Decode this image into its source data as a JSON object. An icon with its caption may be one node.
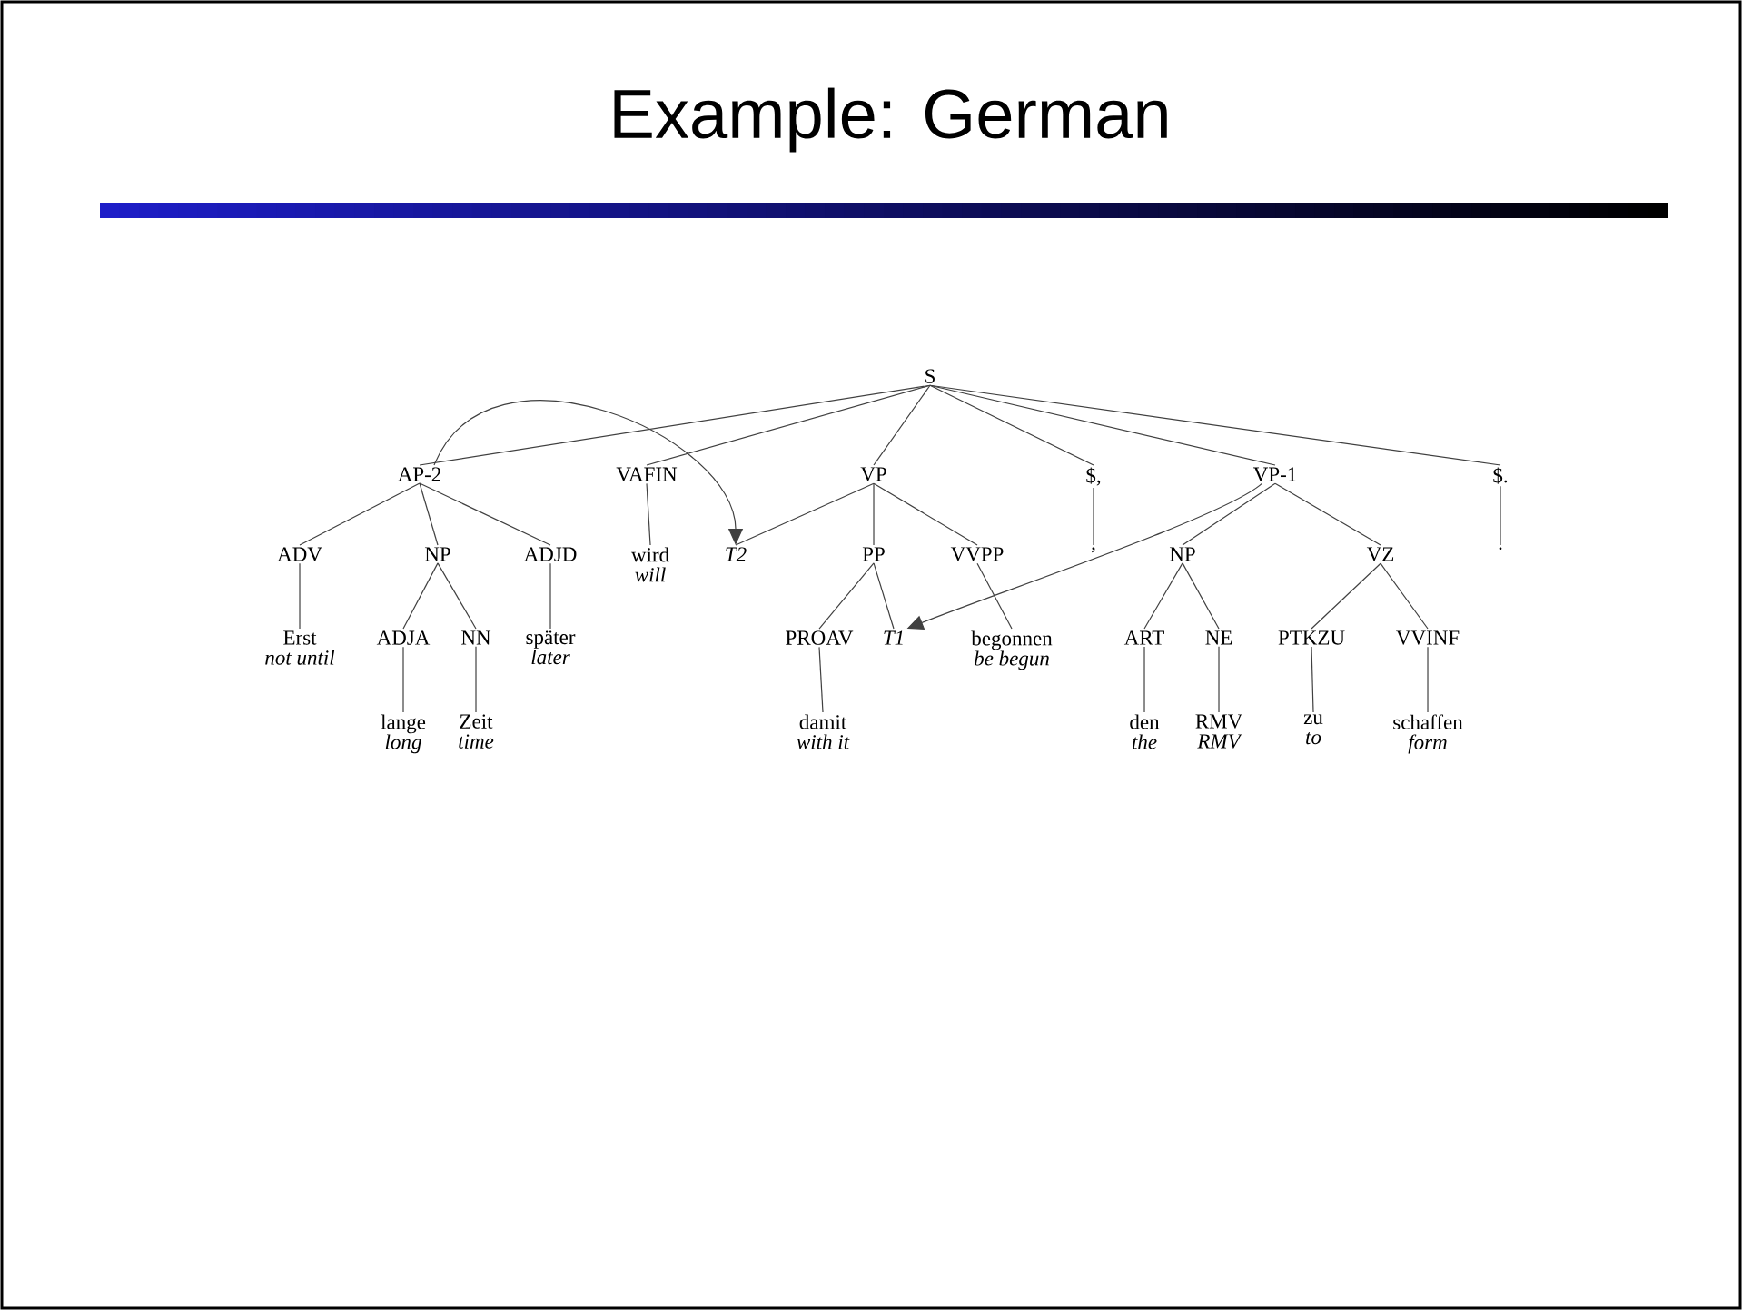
{
  "diagram": {
    "title": "Example: German",
    "nodes": [
      {
        "text": [
          "S"
        ]
      },
      {
        "text": [
          "AP-2"
        ]
      },
      {
        "text": [
          "VAFIN"
        ]
      },
      {
        "text": [
          "VP"
        ]
      },
      {
        "text": [
          "$,"
        ]
      },
      {
        "text": [
          "VP-1"
        ]
      },
      {
        "text": [
          "$."
        ]
      },
      {
        "text": [
          "ADV"
        ]
      },
      {
        "text": [
          "NP"
        ]
      },
      {
        "text": [
          "ADJD"
        ]
      },
      {
        "text": [
          "wird",
          "will"
        ]
      },
      {
        "text": [
          "*T2*"
        ]
      },
      {
        "text": [
          "PP"
        ]
      },
      {
        "text": [
          "VVPP"
        ]
      },
      {
        "text": [
          ","
        ]
      },
      {
        "text": [
          "NP"
        ]
      },
      {
        "text": [
          "VZ"
        ]
      },
      {
        "text": [
          "."
        ]
      },
      {
        "text": [
          "Erst",
          "not until"
        ]
      },
      {
        "text": [
          "ADJA"
        ]
      },
      {
        "text": [
          "NN"
        ]
      },
      {
        "text": [
          "später",
          "later"
        ]
      },
      {
        "text": [
          "PROAV"
        ]
      },
      {
        "text": [
          "*T1*"
        ]
      },
      {
        "text": [
          "begonnen",
          "be begun"
        ]
      },
      {
        "text": [
          "ART"
        ]
      },
      {
        "text": [
          "NE"
        ]
      },
      {
        "text": [
          "PTKZU"
        ]
      },
      {
        "text": [
          "VVINF"
        ]
      },
      {
        "text": [
          "lange",
          "long"
        ]
      },
      {
        "text": [
          "Zeit",
          "time"
        ]
      },
      {
        "text": [
          "damit",
          "with it"
        ]
      },
      {
        "text": [
          "den",
          "the"
        ]
      },
      {
        "text": [
          "RMV",
          "RMV"
        ]
      },
      {
        "text": [
          "zu",
          "to"
        ]
      },
      {
        "text": [
          "schaffen",
          "form"
        ]
      }
    ],
    "edges": [
      {
        "from": 0,
        "to": 1,
        "arrow": "none"
      },
      {
        "from": 0,
        "to": 2,
        "arrow": "none"
      },
      {
        "from": 0,
        "to": 3,
        "arrow": "none"
      },
      {
        "from": 0,
        "to": 4,
        "arrow": "none"
      },
      {
        "from": 0,
        "to": 5,
        "arrow": "none"
      },
      {
        "from": 0,
        "to": 6,
        "arrow": "none"
      },
      {
        "from": 1,
        "to": 7,
        "arrow": "none"
      },
      {
        "from": 1,
        "to": 8,
        "arrow": "none"
      },
      {
        "from": 1,
        "to": 9,
        "arrow": "none"
      },
      {
        "from": 2,
        "to": 10,
        "arrow": "none"
      },
      {
        "from": 3,
        "to": 11,
        "arrow": "none"
      },
      {
        "from": 3,
        "to": 12,
        "arrow": "none"
      },
      {
        "from": 3,
        "to": 13,
        "arrow": "none"
      },
      {
        "from": 4,
        "to": 14,
        "arrow": "none"
      },
      {
        "from": 5,
        "to": 15,
        "arrow": "none"
      },
      {
        "from": 5,
        "to": 16,
        "arrow": "none"
      },
      {
        "from": 6,
        "to": 17,
        "arrow": "none"
      },
      {
        "from": 7,
        "to": 18,
        "arrow": "none"
      },
      {
        "from": 8,
        "to": 19,
        "arrow": "none"
      },
      {
        "from": 8,
        "to": 20,
        "arrow": "none"
      },
      {
        "from": 9,
        "to": 21,
        "arrow": "none"
      },
      {
        "from": 12,
        "to": 22,
        "arrow": "none"
      },
      {
        "from": 12,
        "to": 23,
        "arrow": "none"
      },
      {
        "from": 13,
        "to": 24,
        "arrow": "none"
      },
      {
        "from": 15,
        "to": 25,
        "arrow": "none"
      },
      {
        "from": 15,
        "to": 26,
        "arrow": "none"
      },
      {
        "from": 16,
        "to": 27,
        "arrow": "none"
      },
      {
        "from": 16,
        "to": 28,
        "arrow": "none"
      },
      {
        "from": 19,
        "to": 29,
        "arrow": "none"
      },
      {
        "from": 20,
        "to": 30,
        "arrow": "none"
      },
      {
        "from": 22,
        "to": 31,
        "arrow": "none"
      },
      {
        "from": 25,
        "to": 32,
        "arrow": "none"
      },
      {
        "from": 26,
        "to": 33,
        "arrow": "none"
      },
      {
        "from": 27,
        "to": 34,
        "arrow": "none"
      },
      {
        "from": 28,
        "to": 35,
        "arrow": "none"
      },
      {
        "from": 1,
        "to": 11,
        "arrow": "to"
      },
      {
        "from": 5,
        "to": 23,
        "arrow": "to"
      }
    ]
  }
}
